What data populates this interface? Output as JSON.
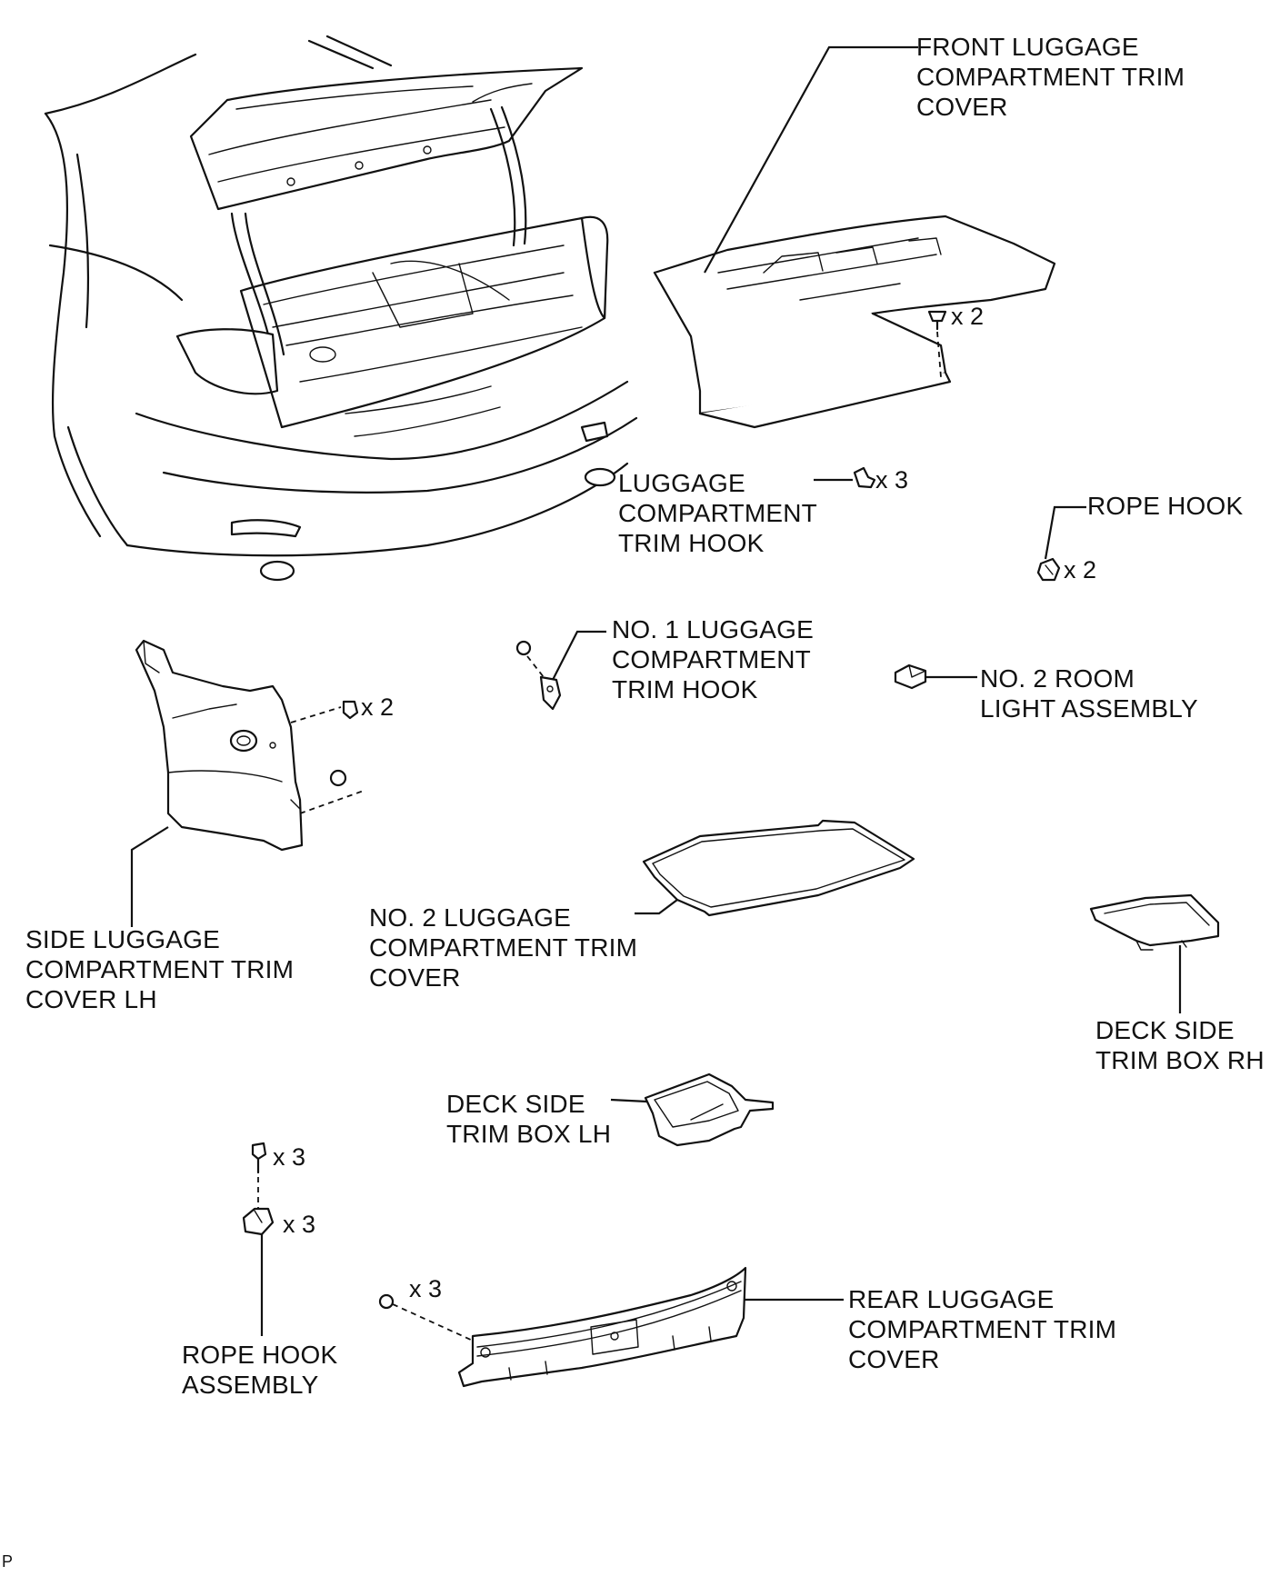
{
  "labels": {
    "front_cover": [
      "FRONT LUGGAGE",
      "COMPARTMENT TRIM",
      "COVER"
    ],
    "trim_hook": [
      "LUGGAGE",
      "COMPARTMENT",
      "TRIM HOOK"
    ],
    "rope_hook": [
      "ROPE HOOK"
    ],
    "no1_hook": [
      "NO. 1 LUGGAGE",
      "COMPARTMENT",
      "TRIM HOOK"
    ],
    "room_light": [
      "NO. 2 ROOM",
      "LIGHT ASSEMBLY"
    ],
    "side_cover_lh": [
      "SIDE LUGGAGE",
      "COMPARTMENT TRIM",
      "COVER LH"
    ],
    "no2_cover": [
      "NO. 2 LUGGAGE",
      "COMPARTMENT TRIM",
      "COVER"
    ],
    "deck_box_rh": [
      "DECK SIDE",
      "TRIM BOX RH"
    ],
    "deck_box_lh": [
      "DECK SIDE",
      "TRIM BOX LH"
    ],
    "rope_hook_assy": [
      "ROPE HOOK",
      "ASSEMBLY"
    ],
    "rear_cover": [
      "REAR LUGGAGE",
      "COMPARTMENT TRIM",
      "COVER"
    ]
  },
  "quantities": {
    "front_cover_clip": "x 2",
    "trim_hook_count": "x 3",
    "rope_hook_count": "x 2",
    "side_cover_clip": "x 2",
    "rope_hook_bolt": "x 3",
    "rope_hook_assy_count": "x 3",
    "rear_cover_clip": "x 3"
  },
  "corner_mark": "P"
}
